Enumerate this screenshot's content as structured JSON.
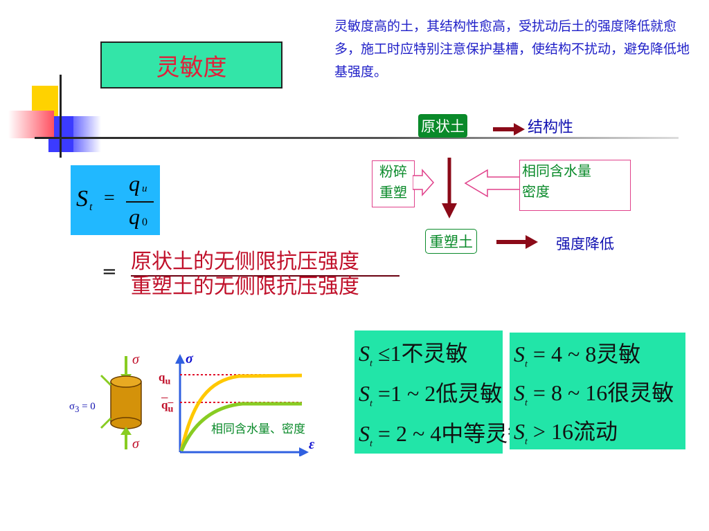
{
  "title": "灵敏度",
  "note": "灵敏度高的土，其结构性愈高，受扰动后土的强度降低就愈多，施工时应特别注意保护基槽，使结构不扰动，避免降低地基强度。",
  "formula": {
    "lhs_var": "S",
    "lhs_sub": "t",
    "eq": "=",
    "num_var": "q",
    "num_sub": "u",
    "den_var": "q",
    "den_sub": "0"
  },
  "ratio": {
    "eq": "=",
    "numerator": "原状土的无侧限抗压强度",
    "denominator": "重塑土的无侧限抗压强度"
  },
  "flow": {
    "undisturbed": "原状土",
    "structure": "结构性",
    "crush_line1": "粉碎",
    "crush_line2": "重塑",
    "same_line1": "相同含水量",
    "same_line2": "密度",
    "remolded": "重塑土",
    "strength_drop": "强度降低"
  },
  "diagram": {
    "sigma": "σ",
    "sigma3": "σ",
    "sigma3_sub": "3",
    "sigma3_val": "= 0",
    "qu": "q",
    "qu_sub": "u",
    "qu_bar": "q",
    "qu_bar_sub": "u",
    "axis_y": "σ",
    "axis_x": "ε",
    "caption": "相同含水量、密度"
  },
  "table_left": [
    {
      "lhs": "S",
      "sub": "t",
      "op": "≤1",
      "desc": "不灵敏"
    },
    {
      "lhs": "S",
      "sub": "t",
      "op": "=1 ~ 2",
      "desc": "低灵敏"
    },
    {
      "lhs": "S",
      "sub": "t",
      "op": "= 2 ~ 4",
      "desc": "中等灵敏"
    }
  ],
  "table_right": [
    {
      "lhs": "S",
      "sub": "t",
      "op": "= 4 ~ 8",
      "desc": "灵敏"
    },
    {
      "lhs": "S",
      "sub": "t",
      "op": "= 8 ~ 16",
      "desc": "很灵敏"
    },
    {
      "lhs": "S",
      "sub": "t",
      "op": "> 16",
      "desc": "流动"
    }
  ],
  "colors": {
    "title_bg": "#33e5a8",
    "title_text": "#e0203a",
    "note_text": "#2020c8",
    "formula_bg": "#21b8ff",
    "ratio_text": "#c0102a",
    "flow_green": "#0a8a2a",
    "arrow_red": "#8b0a18",
    "table_bg": "#22e5a8"
  }
}
